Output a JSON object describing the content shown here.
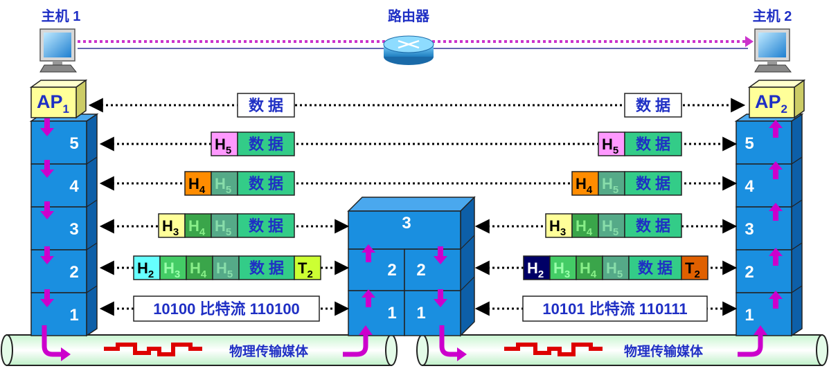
{
  "title": {
    "host1": "主机 1",
    "router": "路由器",
    "host2": "主机 2"
  },
  "ap": {
    "left_main": "AP",
    "left_sub": "1",
    "right_main": "AP",
    "right_sub": "2"
  },
  "layers": {
    "l5": "5",
    "l4": "4",
    "l3": "3",
    "l2": "2",
    "l1": "1"
  },
  "router_layers": {
    "top": "3",
    "mid_left": "2",
    "mid_right": "2",
    "bot_left": "1",
    "bot_right": "1"
  },
  "data_word": "数 据",
  "header": {
    "h": "H",
    "t": "T",
    "s2": "2",
    "s3": "3",
    "s4": "4",
    "s5": "5"
  },
  "bitstream": {
    "left": "10100 比特流 110100",
    "right": "10101 比特流 110111"
  },
  "medium": {
    "label": "物理传输媒体"
  },
  "colors": {
    "stack_blue": "#1a8fe0",
    "ap_yellow": "#ffff99",
    "arrow_magenta": "#cc00cc",
    "dots_magenta": "#cc33cc",
    "h5_pink": "#ff99ff",
    "h4_orange": "#ff8c00",
    "h3_yellow": "#ffff99",
    "h2_cyan": "#66ffff",
    "h2_navy": "#000066",
    "t2_lime": "#ccff33",
    "t2_orange": "#e06000",
    "data_green": "#33cc88",
    "pipe_green": "#dfffe8"
  }
}
